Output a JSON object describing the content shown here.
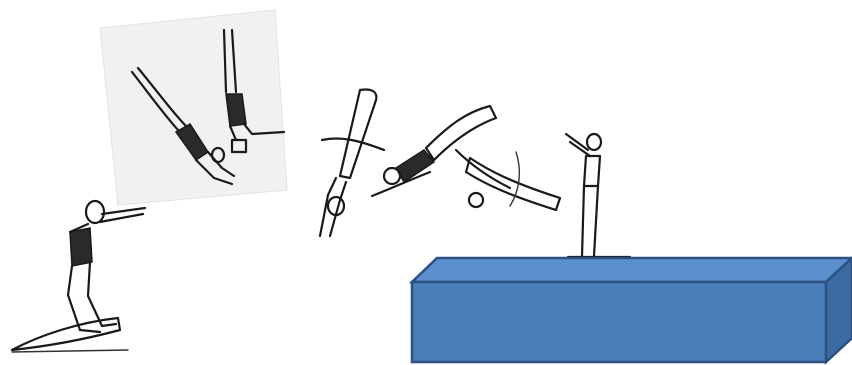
{
  "figure": {
    "panel_colors": {
      "inset_background": "#f1f1f1",
      "box_front": "#4a7ebb",
      "box_top": "#5b8fcd",
      "box_side": "#3c6aa2",
      "box_outline": "#2c5080"
    },
    "sequence": [
      "takeoff-figure",
      "inset-dive-figure",
      "inset-vertical-figure",
      "tuck-figure-1",
      "tuck-figure-2",
      "tuck-figure-3",
      "landing-figure"
    ]
  }
}
